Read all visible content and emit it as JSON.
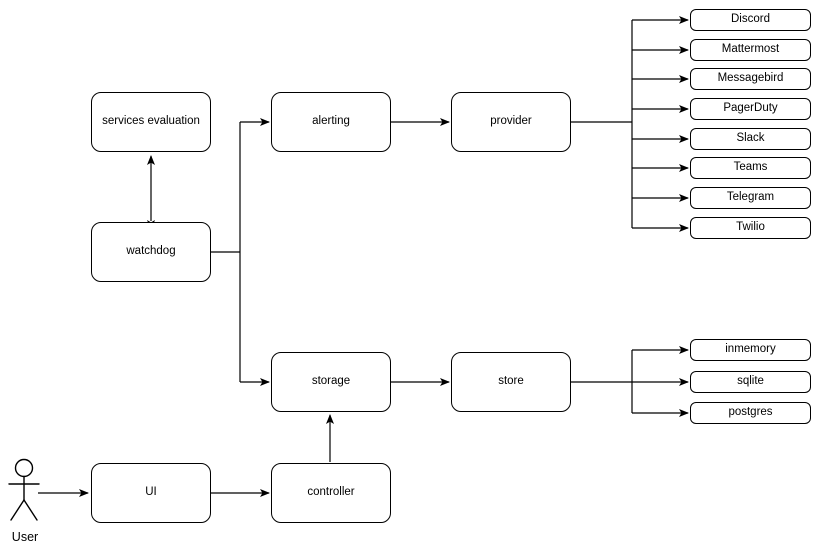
{
  "diagram": {
    "title": "Gatus-style monitoring architecture diagram",
    "background_color": "#ffffff",
    "stroke_color": "#000000",
    "text_color": "#000000"
  },
  "actor": {
    "name": "user-actor",
    "label": "User"
  },
  "nodes": {
    "services_evaluation": "services evaluation",
    "watchdog": "watchdog",
    "alerting": "alerting",
    "provider": "provider",
    "storage": "storage",
    "store": "store",
    "ui": "UI",
    "controller": "controller"
  },
  "providers": [
    "Discord",
    "Mattermost",
    "Messagebird",
    "PagerDuty",
    "Slack",
    "Teams",
    "Telegram",
    "Twilio"
  ],
  "stores": [
    "inmemory",
    "sqlite",
    "postgres"
  ],
  "connections": [
    "User -> UI",
    "UI -> controller",
    "controller -> storage",
    "watchdog <-> services evaluation",
    "watchdog -> alerting",
    "watchdog -> storage",
    "alerting -> provider",
    "storage -> store",
    "provider -> Discord",
    "provider -> Mattermost",
    "provider -> Messagebird",
    "provider -> PagerDuty",
    "provider -> Slack",
    "provider -> Teams",
    "provider -> Telegram",
    "provider -> Twilio",
    "store -> inmemory",
    "store -> sqlite",
    "store -> postgres"
  ]
}
